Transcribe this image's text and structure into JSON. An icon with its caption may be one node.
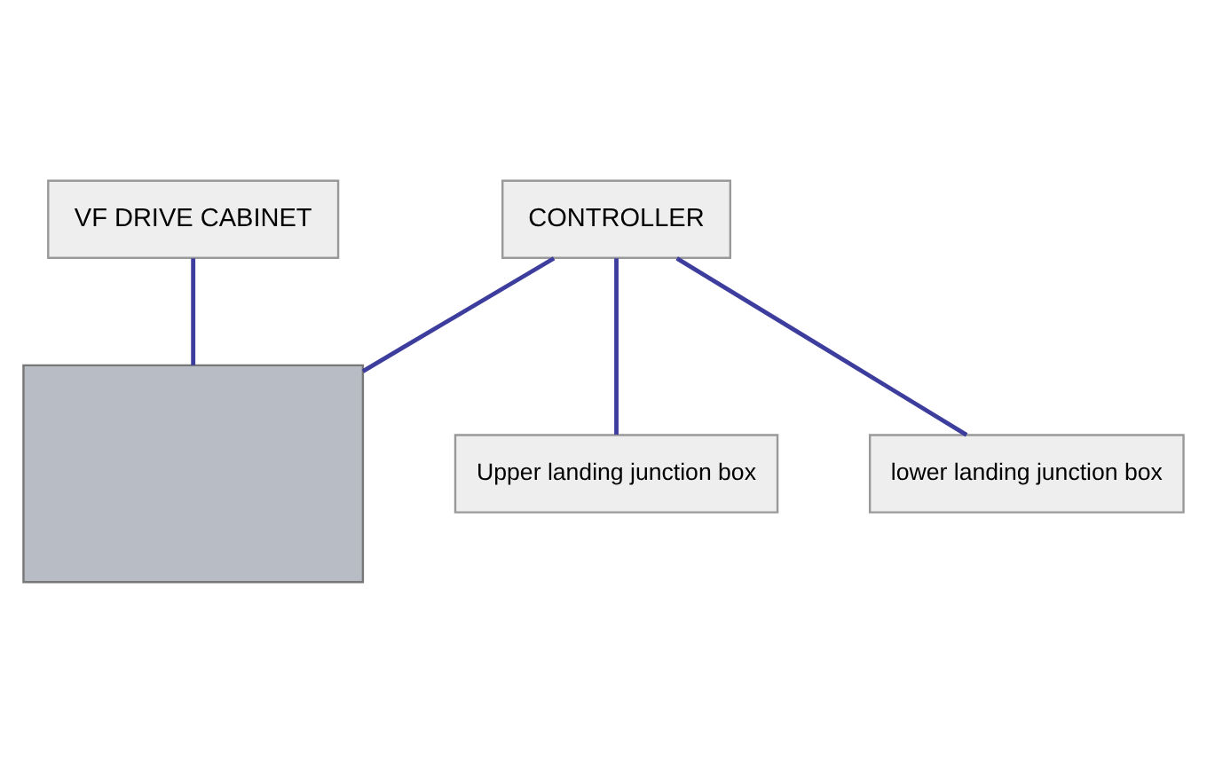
{
  "diagram": {
    "nodes": [
      {
        "text": [
          "VF DRIVE CABINET"
        ]
      },
      {
        "text": [
          "CONTROLLER"
        ]
      },
      {
        "text": [
          "Upper landing junction box"
        ]
      },
      {
        "text": [],
        "shape": "box"
      },
      {
        "text": [
          "lower landing junction box"
        ]
      }
    ],
    "edges": [
      {
        "from": 0,
        "to": 3,
        "arrow": "none"
      },
      {
        "from": 1,
        "to": 3,
        "arrow": "none"
      },
      {
        "from": 1,
        "to": 2,
        "arrow": "none"
      },
      {
        "from": 1,
        "to": 4,
        "arrow": "none"
      }
    ]
  }
}
